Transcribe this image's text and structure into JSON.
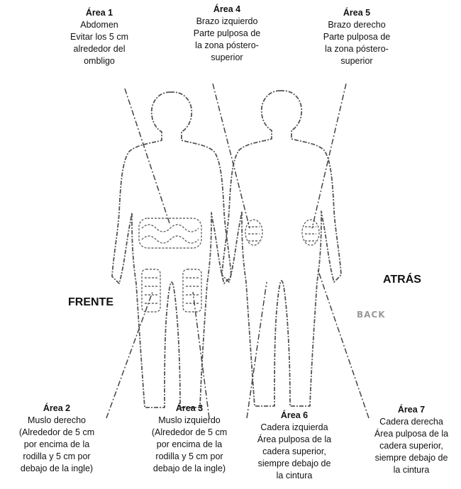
{
  "areas": [
    {
      "id": "area1",
      "title": "Área 1",
      "lines": [
        "Abdomen",
        "Evitar los 5 cm",
        "alrededor del",
        "ombligo"
      ]
    },
    {
      "id": "area4",
      "title": "Área 4",
      "lines": [
        "Brazo izquierdo",
        "Parte pulposa de",
        "la zona póstero-",
        "superior"
      ]
    },
    {
      "id": "area5",
      "title": "Área 5",
      "lines": [
        "Brazo derecho",
        "Parte pulposa de",
        "la zona póstero-",
        "superior"
      ]
    },
    {
      "id": "area2",
      "title": "Área 2",
      "lines": [
        "Muslo derecho",
        "(Alrededor de 5 cm",
        "por encima de la",
        "rodilla y 5 cm por",
        "debajo de la ingle)"
      ]
    },
    {
      "id": "area3",
      "title": "Área 3",
      "lines": [
        "Muslo izquierdo",
        "(Alrededor de 5 cm",
        "por encima de la",
        "rodilla y 5 cm por",
        "debajo de la ingle)"
      ]
    },
    {
      "id": "area6",
      "title": "Área 6",
      "lines": [
        "Cadera izquierda",
        "Área pulposa  de la",
        "cadera superior,",
        "siempre debajo de",
        "la cintura"
      ]
    },
    {
      "id": "area7",
      "title": "Área 7",
      "lines": [
        "Cadera derecha",
        "Área pulposa de la",
        "cadera superior,",
        "siempre debajo de",
        "la cintura"
      ]
    }
  ],
  "labels": {
    "front": "FRENTE",
    "back": "ATRÁS",
    "back_english": "BACK"
  }
}
